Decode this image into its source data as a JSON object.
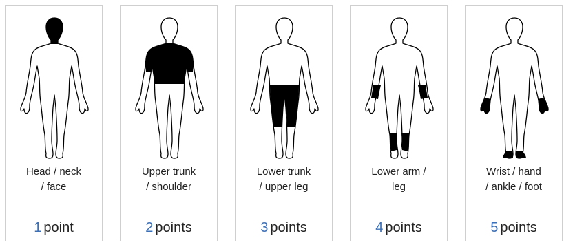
{
  "cards": [
    {
      "label_line1": "Head / neck",
      "label_line2": "/ face",
      "points_number": "1",
      "points_unit": "point",
      "highlight": "head"
    },
    {
      "label_line1": "Upper trunk",
      "label_line2": "/ shoulder",
      "points_number": "2",
      "points_unit": "points",
      "highlight": "upper-trunk"
    },
    {
      "label_line1": "Lower trunk",
      "label_line2": "/ upper leg",
      "points_number": "3",
      "points_unit": "points",
      "highlight": "lower-trunk"
    },
    {
      "label_line1": "Lower arm /",
      "label_line2": "leg",
      "points_number": "4",
      "points_unit": "points",
      "highlight": "lower-arm-leg"
    },
    {
      "label_line1": "Wrist / hand",
      "label_line2": "/ ankle / foot",
      "points_number": "5",
      "points_unit": "points",
      "highlight": "wrist-hand-ankle-foot"
    }
  ],
  "colors": {
    "number": "#3b6fb6",
    "fill": "#000000",
    "border": "#cfcfcf"
  }
}
